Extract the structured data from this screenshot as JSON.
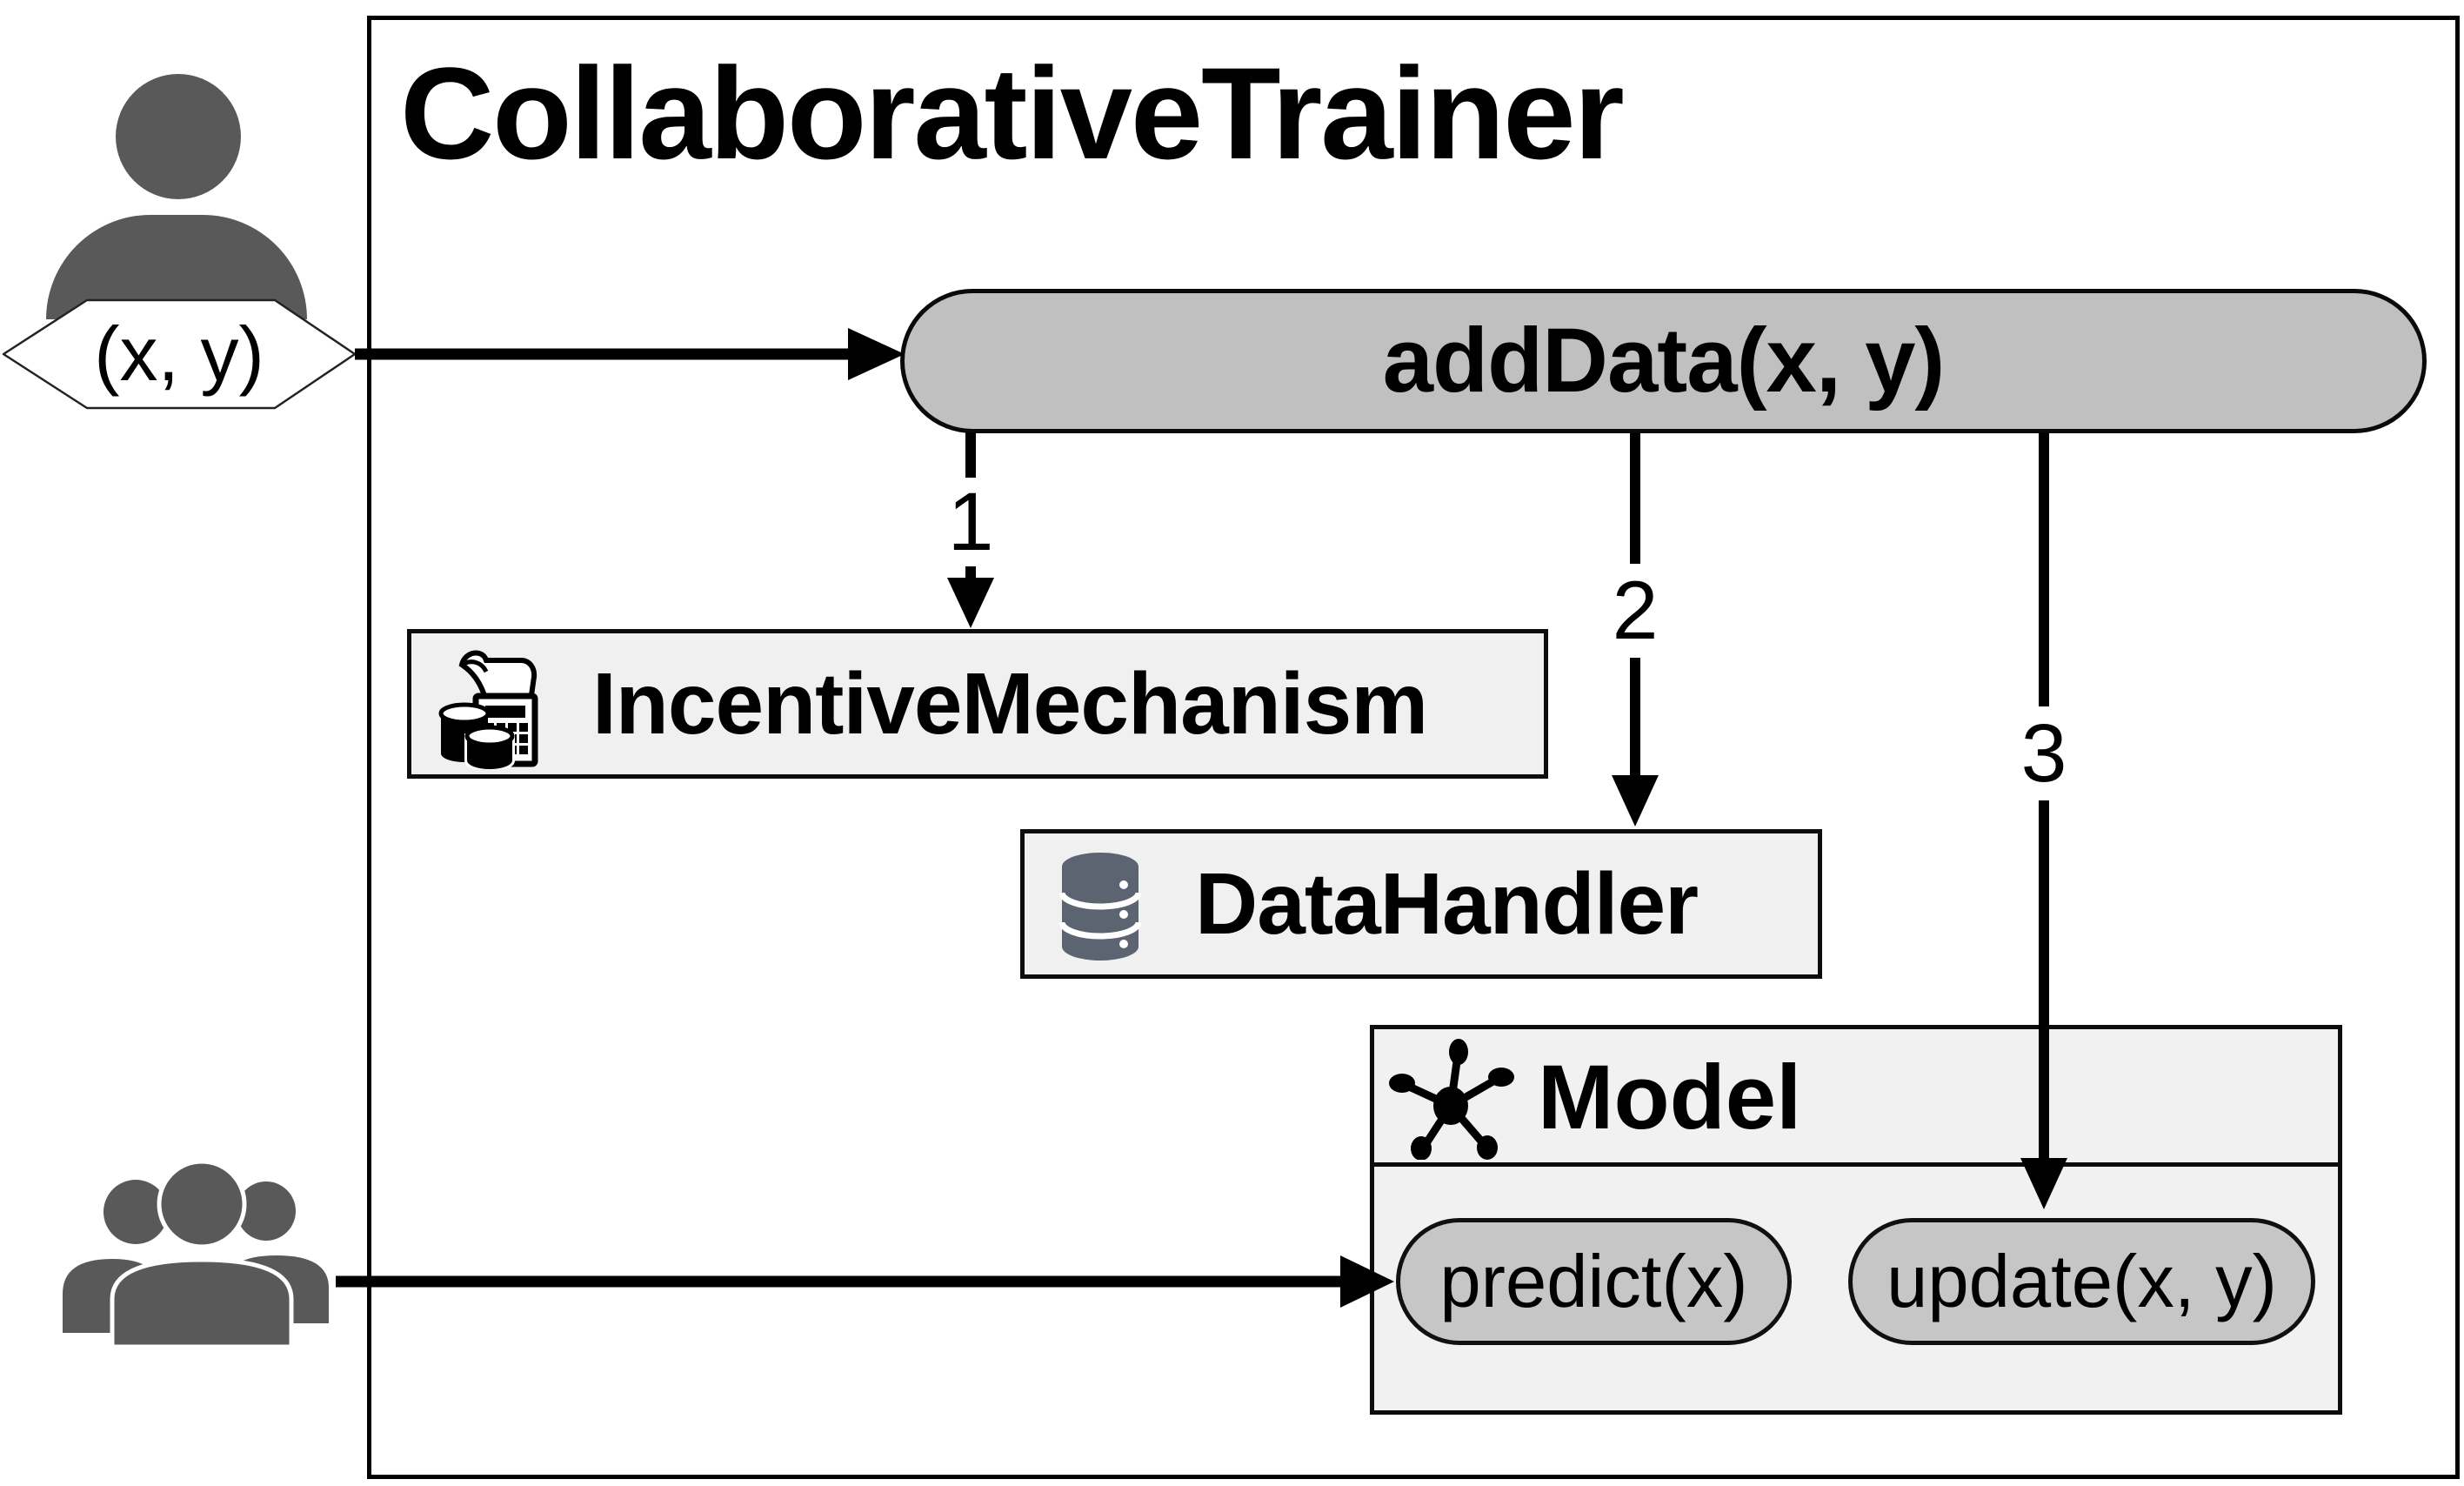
{
  "title": "CollaborativeTrainer",
  "input_bubble": {
    "label": "(x, y)"
  },
  "add_data_pill": {
    "label": "addData(x, y)"
  },
  "steps": [
    {
      "label": "1"
    },
    {
      "label": "2"
    },
    {
      "label": "3"
    }
  ],
  "components": {
    "incentive_mechanism": {
      "label": "IncentiveMechanism",
      "icon": "cash-register-icon"
    },
    "data_handler": {
      "label": "DataHandler",
      "icon": "database-icon"
    },
    "model": {
      "label": "Model",
      "icon": "network-graph-icon",
      "methods": [
        {
          "label": "predict(x)"
        },
        {
          "label": "update(x, y)"
        }
      ]
    }
  },
  "actors": {
    "contributor": {
      "icon": "single-user-icon"
    },
    "consumers": {
      "icon": "group-users-icon"
    }
  },
  "colors": {
    "person_gray": "#595959",
    "pill_fill": "#c0c0c0",
    "method_pill_fill": "#c6c6c6",
    "panel_fill": "#f0f0f0",
    "model_fill": "#f1f1f1",
    "database_icon": "#5b6470",
    "line_color": "#000000"
  }
}
